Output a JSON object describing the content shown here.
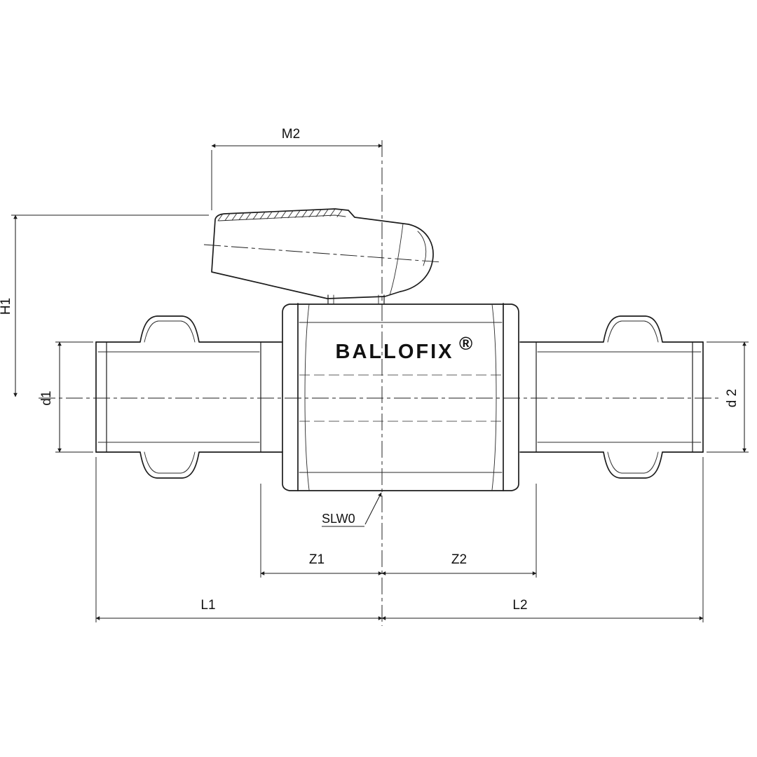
{
  "drawing": {
    "kind": "ball-valve-press-fitting-technical-drawing",
    "brand": {
      "name": "BALLOFIX",
      "registered": "®"
    },
    "labels": {
      "m2": "M2",
      "h1": "H1",
      "d1": "d1",
      "d2": "d 2",
      "z1": "Z1",
      "z2": "Z2",
      "l1": "L1",
      "l2": "L2",
      "slw0": "SLW0"
    },
    "colors": {
      "line": "#1c1c1c",
      "background": "#ffffff"
    }
  }
}
